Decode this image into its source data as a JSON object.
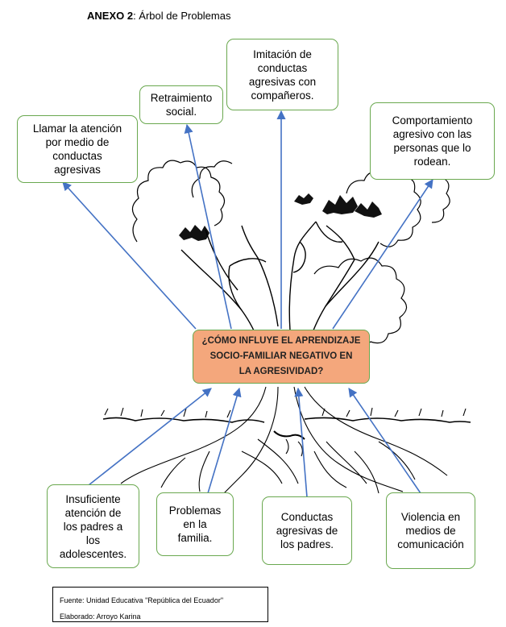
{
  "title": {
    "label": "ANEXO 2",
    "text": ": Árbol de Problemas"
  },
  "central_problem": "¿CÓMO INFLUYE EL APRENDIZAJE\nSOCIO-FAMILIAR NEGATIVO EN\nLA AGRESIVIDAD?",
  "effects": [
    "Llamar la atención\npor medio de\nconductas\nagresivas",
    "Retraimiento\nsocial.",
    "Imitación de\nconductas\nagresivas con\ncompañeros.",
    "Comportamiento\nagresivo  con las\npersonas que lo\nrodean."
  ],
  "causes": [
    "Insuficiente\natención de\nlos padres a\nlos\nadolescentes.",
    "Problemas\nen la\nfamilia.",
    "Conductas\nagresivas de\nlos padres.",
    "Violencia en\nmedios de\ncomunicación"
  ],
  "source": {
    "fuente": "Fuente: Unidad Educativa \"República del Ecuador\"",
    "elaborado": "Elaborado: Arroyo Karina"
  },
  "colors": {
    "box_border": "#6aa84f",
    "central_fill": "#f4a77c",
    "arrow": "#4472c4"
  }
}
